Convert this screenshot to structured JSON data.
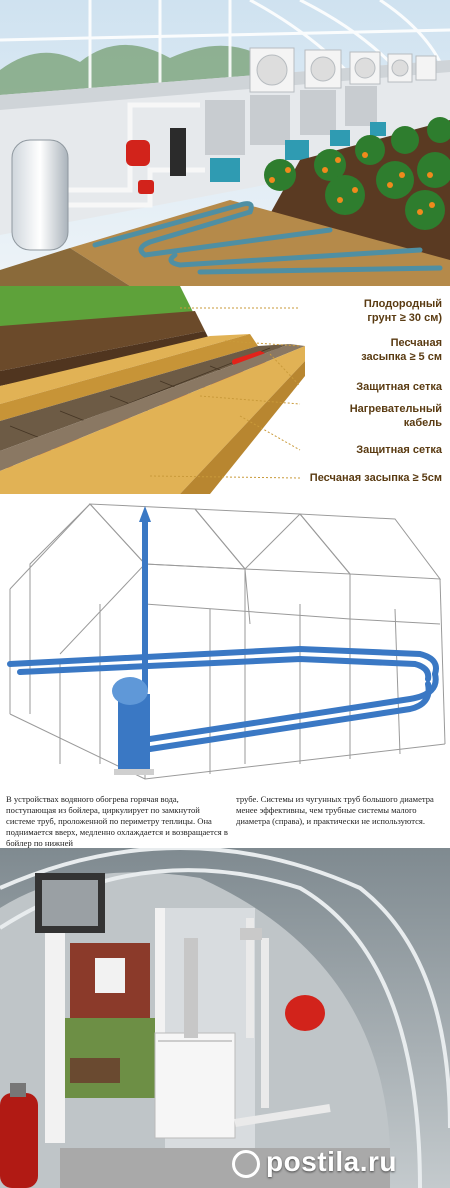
{
  "layers": {
    "fertile_soil": "Плодородный\nгрунт ≥ 30 см)",
    "sand_top": "Песчаная\nзасыпка ≥ 5 см",
    "mesh_top": "Защитная сетка",
    "heating_cable": "Нагревательный\nкабель",
    "mesh_bottom": "Защитная сетка",
    "sand_bottom": "Песчаная засыпка ≥ 5см"
  },
  "caption": {
    "left": "В устройствах водяного обогрева горячая вода, поступающая из бойлера, циркулирует по замкнутой системе труб, проложенной по периметру теплицы. Она поднимается вверх, медленно охлаждается и возвращается в бойлер по нижней",
    "right": "трубе. Системы из чугунных труб большого диаметра менее эффективны, чем трубные системы малого диаметра (справа), и практически не используются."
  },
  "watermark": "postila.ru",
  "colors": {
    "pipe_blue": "#3a78c4",
    "cable_red": "#e2231a",
    "label_brown": "#5a3b12",
    "sand": "#d9a94a",
    "soil": "#6b4a2a"
  }
}
